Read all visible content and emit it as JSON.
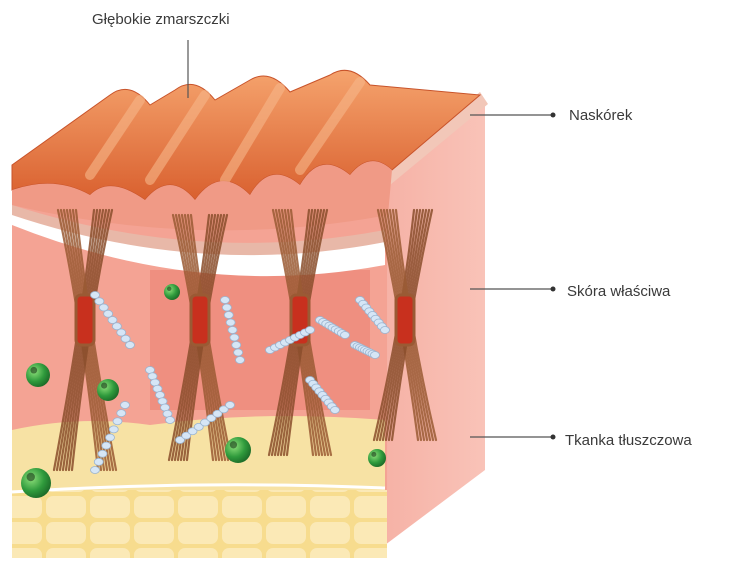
{
  "labels": {
    "wrinkles": "Głębokie zmarszczki",
    "epidermis": "Naskórek",
    "dermis": "Skóra właściwa",
    "fat": "Tkanka tłuszczowa"
  },
  "colors": {
    "epidermis_top": "#e0703d",
    "epidermis_ridge": "#f0a070",
    "dermis": "#f4a394",
    "dermis_side": "#f6b3a7",
    "dermis_inner": "#f08a7a",
    "fat": "#f7e2a4",
    "fat_cells": "#f2cf72",
    "fiber": "#9a5a34",
    "fiber_knot": "#c8301e",
    "elastin": "#cfe0f2",
    "green_cell": "#2f9a3c",
    "leader_line": "#555555"
  },
  "icons": {
    "fibroblast": "green-sphere-icon",
    "elastin_fiber": "bead-chain-icon"
  }
}
